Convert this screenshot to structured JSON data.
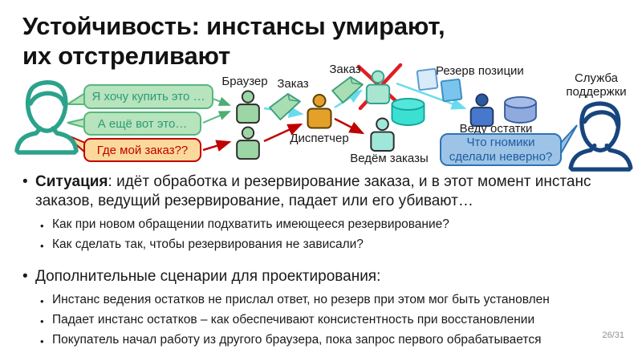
{
  "slide": {
    "title_line1": "Устойчивость: инстансы умирают,",
    "title_line2": "их отстреливают",
    "page_number": "26/31"
  },
  "diagram": {
    "customer_bubbles": {
      "buy": "Я хочу купить это …",
      "more": "А ещё вот это…",
      "where": "Где мой заказ??"
    },
    "support_bubble": {
      "line1": "Что гномики",
      "line2": "сделали неверно?"
    },
    "labels": {
      "browser": "Браузер",
      "order_a": "Заказ",
      "order_b": "Заказ",
      "dispatcher": "Диспетчер",
      "reserve": "Резерв позиции",
      "support_line1": "Служба",
      "support_line2": "поддержки",
      "stock": "Веду остатки",
      "orders": "Ведём заказы"
    },
    "colors": {
      "customer_teal": "#2ca28c",
      "green_bubble_fill": "#b7e3bd",
      "green_bubble_border": "#56b87c",
      "alert_fill": "#fbd99c",
      "alert_red": "#c00000",
      "cyan_arrow": "#68dcec",
      "dispatcher_orange": "#e4a029",
      "support_navy": "#17457e",
      "blue_bubble_fill": "#9dc3e6",
      "blue_bubble_border": "#2e74b5",
      "turquoise_cylinder": "#3ce0d3",
      "blue_cylinder": "#8faadc",
      "kill_x_red": "#e11d23"
    }
  },
  "bullets": {
    "situation_label": "Ситуация",
    "situation_rest": ": идёт обработка и резервирование заказа, и в этот момент инстанс заказов, ведущий резервирование, падает или его убивают…",
    "situation_sub": [
      "Как при новом обращении подхватить имеющееся резервирование?",
      "Как сделать так, чтобы резервирования не зависали?"
    ],
    "additional_title": "Дополнительные сценарии для проектирования:",
    "additional_sub": [
      "Инстанс ведения остатков не прислал ответ, но резерв при этом мог быть установлен",
      "Падает инстанс остатков – как обеспечивают консистентность при восстановлении",
      "Покупатель начал работу из другого браузера, пока запрос первого обрабатывается"
    ]
  }
}
